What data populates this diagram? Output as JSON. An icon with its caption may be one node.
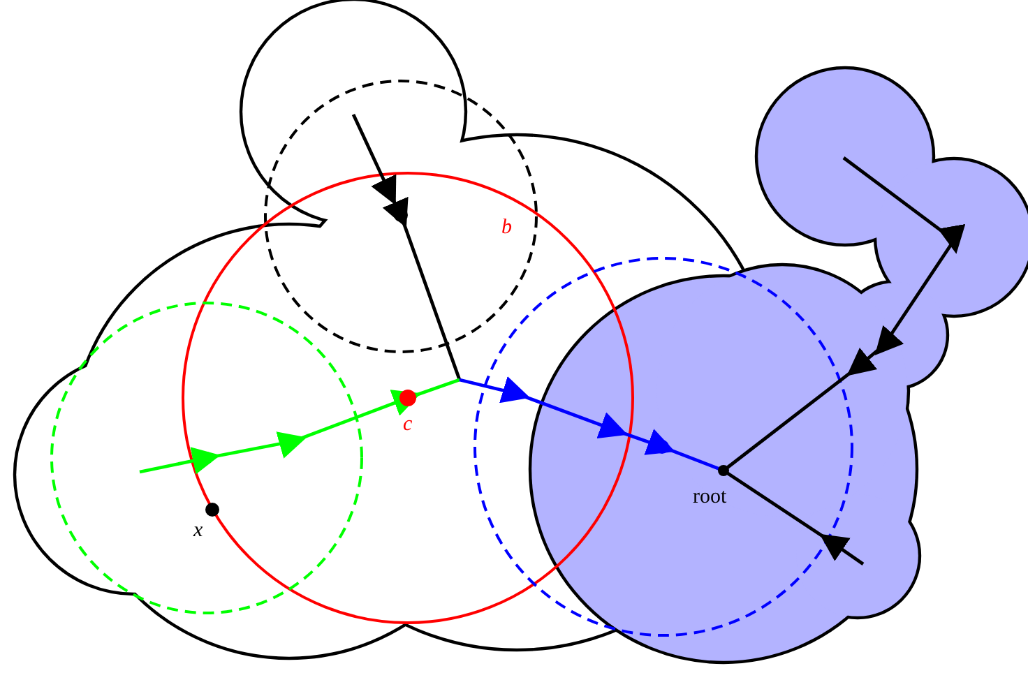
{
  "diagram": {
    "labels": [
      "b",
      "c",
      "x",
      "root"
    ]
  }
}
